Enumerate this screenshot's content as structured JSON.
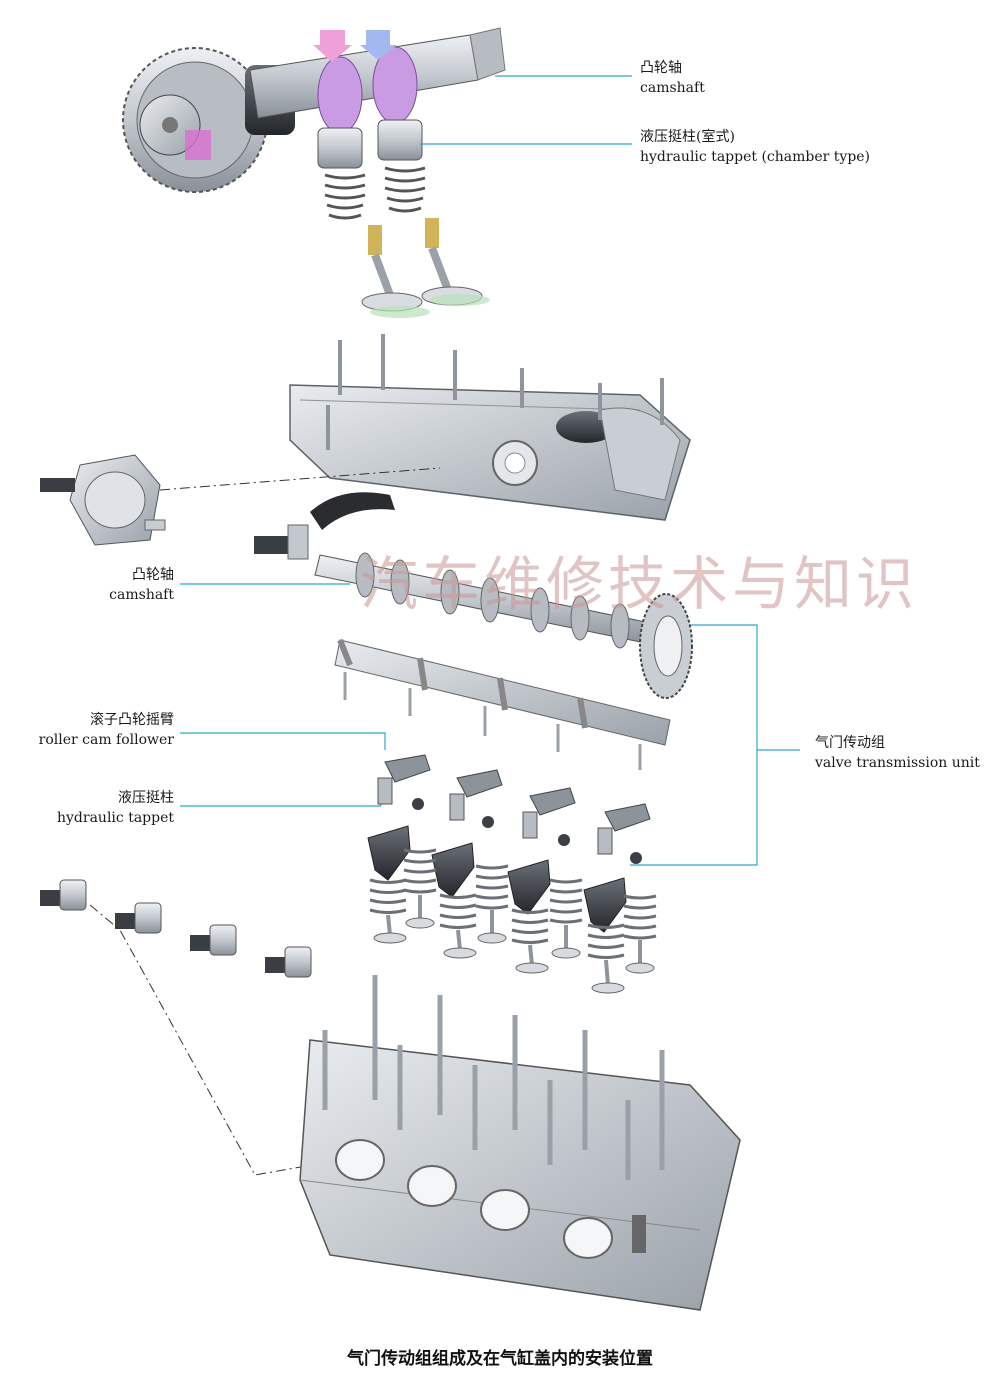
{
  "labels": {
    "top_camshaft": {
      "zh": "凸轮轴",
      "en": "camshaft"
    },
    "hydraulic_tappet_chamber": {
      "zh": "液压挺柱(室式)",
      "en": "hydraulic tappet (chamber type)"
    },
    "mid_camshaft": {
      "zh": "凸轮轴",
      "en": "camshaft"
    },
    "roller_cam_follower": {
      "zh": "滚子凸轮摇臂",
      "en": "roller cam follower"
    },
    "hydraulic_tappet": {
      "zh": "液压挺柱",
      "en": "hydraulic tappet"
    },
    "valve_transmission_unit": {
      "zh": "气门传动组",
      "en": "valve transmission unit"
    }
  },
  "watermark": "汽车维修技术与知识",
  "caption": "气门传动组组成及在气缸盖内的安装位置",
  "colors": {
    "leader_line": "#2aa9c9",
    "metal": "#c8ccd2",
    "dark_metal": "#2e3136",
    "cam_lobe": "#b98ad9",
    "gold": "#d1b45a"
  }
}
